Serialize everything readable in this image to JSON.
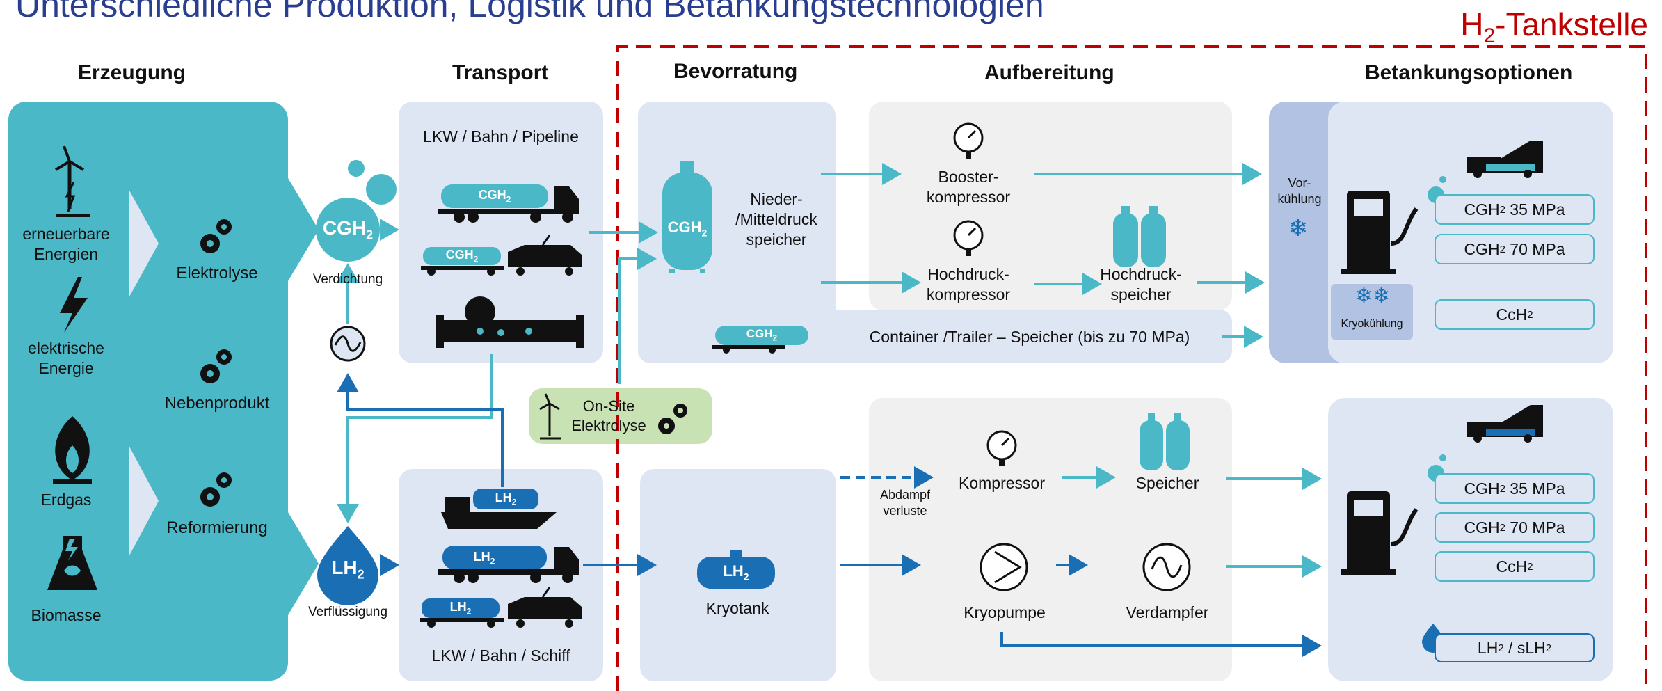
{
  "title": "Unterschiedliche Produktion, Logistik und Betankungstechnologien",
  "station_label": {
    "main": "H",
    "sub": "2",
    "rest": "-Tankstelle"
  },
  "columns": {
    "erzeugung": "Erzeugung",
    "transport": "Transport",
    "bevorratung": "Bevorratung",
    "aufbereitung": "Aufbereitung",
    "betankung": "Betankungsoptionen"
  },
  "sources": {
    "renewable": "erneuerbare Energien",
    "electric": "elektrische Energie",
    "gas": "Erdgas",
    "bio": "Biomasse"
  },
  "processes": {
    "elektrolyse": "Elektrolyse",
    "nebenprodukt": "Nebenprodukt",
    "reformierung": "Reformierung"
  },
  "conversion": {
    "cgh2": {
      "main": "CGH",
      "sub": "2"
    },
    "lh2": {
      "main": "LH",
      "sub": "2"
    },
    "verdichtung": "Verdichtung",
    "verfluessigung": "Verflüssigung"
  },
  "transport": {
    "top_label": "LKW / Bahn / Pipeline",
    "bottom_label": "LKW / Bahn / Schiff",
    "tank_cgh2": {
      "main": "CGH",
      "sub": "2"
    },
    "tank_lh2": {
      "main": "LH",
      "sub": "2"
    }
  },
  "onsite": "On-Site Elektrolyse",
  "storage": {
    "cgh2_tank": {
      "main": "CGH",
      "sub": "2"
    },
    "mid_pressure": "Nieder- /Mitteldruck speicher",
    "container_trailer": "Container /Trailer – Speicher (bis zu 70 MPa)",
    "trailer_tank": {
      "main": "CGH",
      "sub": "2"
    },
    "lh2_tank": {
      "main": "LH",
      "sub": "2"
    },
    "kryotank": "Kryotank"
  },
  "processing": {
    "booster": "Booster- kompressor",
    "hochdruck_kompressor": "Hochdruck- kompressor",
    "hochdruck_speicher": "Hochdruck- speicher",
    "kompressor": "Kompressor",
    "speicher": "Speicher",
    "abdampf": "Abdampf verluste",
    "kryopumpe": "Kryopumpe",
    "verdampfer": "Verdampfer"
  },
  "fueling": {
    "vorkuehlung": "Vor- kühlung",
    "kryokuehlung": "Kryokühlung",
    "top": [
      {
        "main": "CGH",
        "sub": "2",
        "rest": " 35 MPa"
      },
      {
        "main": "CGH",
        "sub": "2",
        "rest": " 70 MPa"
      },
      {
        "main": "CcH",
        "sub": "2",
        "rest": ""
      }
    ],
    "bottom": [
      {
        "main": "CGH",
        "sub": "2",
        "rest": " 35 MPa"
      },
      {
        "main": "CGH",
        "sub": "2",
        "rest": " 70 MPa"
      },
      {
        "main": "CcH",
        "sub": "2",
        "rest": ""
      }
    ],
    "lh2_option": {
      "a": "LH",
      "a_sub": "2",
      "mid": " / sLH",
      "b_sub": "2"
    }
  },
  "colors": {
    "teal": "#4bb8c8",
    "blue": "#1a6fb4",
    "panel": "#dfe6f3",
    "grey": "#f0f0f0",
    "red": "#c00000",
    "green": "#c8e2b4",
    "title": "#2a3e8f"
  }
}
